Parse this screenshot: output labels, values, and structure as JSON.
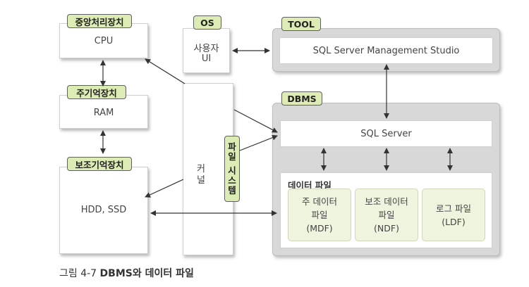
{
  "cpu": {
    "tag": "중앙처리장치",
    "label": "CPU"
  },
  "ram": {
    "tag": "주기억장치",
    "label": "RAM"
  },
  "storage": {
    "tag": "보조기억장치",
    "label": "HDD, SSD"
  },
  "os": {
    "tag": "OS",
    "ui_line1": "사용자",
    "ui_line2": "UI",
    "kernel_chars": [
      "커",
      "널"
    ]
  },
  "file_system": {
    "chars": [
      "파",
      "일",
      "",
      "시",
      "스",
      "템"
    ]
  },
  "tool": {
    "tag": "TOOL",
    "label": "SQL Server Management Studio"
  },
  "dbms": {
    "tag": "DBMS",
    "server": "SQL Server",
    "data_file_title": "데이터 파일",
    "files": [
      {
        "line1": "주 데이터",
        "line2": "파일",
        "line3": "(MDF)"
      },
      {
        "line1": "보조 데이터",
        "line2": "파일",
        "line3": "(NDF)"
      },
      {
        "line1": "로그 파일",
        "line2": "(LDF)",
        "line3": ""
      }
    ]
  },
  "caption": {
    "prefix": "그림 4-7",
    "title": "DBMS와 데이터 파일"
  }
}
